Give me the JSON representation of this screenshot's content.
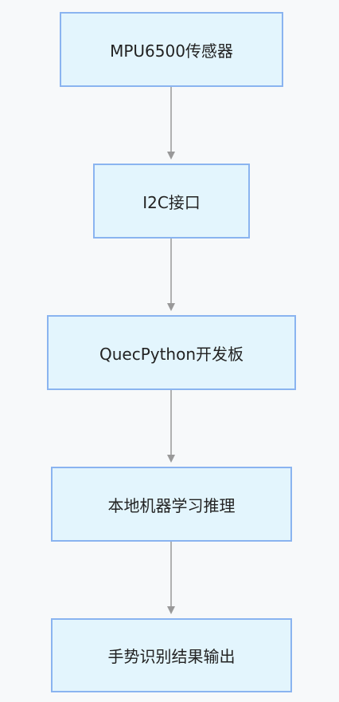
{
  "diagram": {
    "type": "flowchart",
    "direction": "top-to-bottom",
    "colors": {
      "background": "#f7f9fa",
      "node_fill": "#e3f5fd",
      "node_border": "#8ab4f0",
      "edge": "#999999",
      "text": "#222222"
    },
    "nodes": [
      {
        "id": "n1",
        "label": "MPU6500传感器"
      },
      {
        "id": "n2",
        "label": "I2C接口"
      },
      {
        "id": "n3",
        "label": "QuecPython开发板"
      },
      {
        "id": "n4",
        "label": "本地机器学习推理"
      },
      {
        "id": "n5",
        "label": "手势识别结果输出"
      }
    ],
    "edges": [
      {
        "from": "n1",
        "to": "n2"
      },
      {
        "from": "n2",
        "to": "n3"
      },
      {
        "from": "n3",
        "to": "n4"
      },
      {
        "from": "n4",
        "to": "n5"
      }
    ]
  }
}
